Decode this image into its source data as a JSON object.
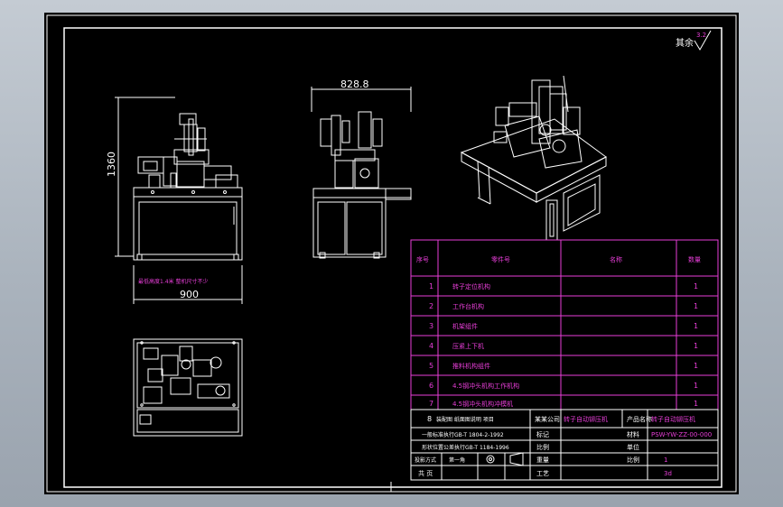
{
  "dimensions": {
    "height": "1360",
    "front_width": "900",
    "side_width": "828.8",
    "note": "最低高度1.4米 整机尺寸不少"
  },
  "surface_mark": {
    "label": "其余",
    "value": "3.2"
  },
  "parts_table": {
    "headers": [
      "序号",
      "零件号",
      "名称",
      "数量"
    ],
    "rows": [
      {
        "no": "1",
        "name": "转子定位机构",
        "qty": "1"
      },
      {
        "no": "2",
        "name": "工作台机构",
        "qty": "1"
      },
      {
        "no": "3",
        "name": "机架组件",
        "qty": "1"
      },
      {
        "no": "4",
        "name": "压紧上下机",
        "qty": "1"
      },
      {
        "no": "5",
        "name": "推料机构组件",
        "qty": "1"
      },
      {
        "no": "6",
        "name": "4.5钢冲头机构工作机构",
        "qty": "1"
      },
      {
        "no": "7",
        "name": "4.5钢冲头机构冲模机",
        "qty": "1"
      }
    ]
  },
  "title_block": {
    "row8_no": "8",
    "row8_text": "装配图 纸面图说明 项目",
    "company": "某某公司",
    "project": "转子自动铆压机",
    "product_label": "产品名称",
    "product_name": "转子自动铆压机",
    "std1": "一般标准执行GB-T 1804-2-1992",
    "std2": "形状位置公差执行GB-T 1184-1996",
    "drawing_no": "PSW-YW-ZZ-00-000",
    "mark_label": "标记",
    "material_label": "材料",
    "scale_label": "比例",
    "scale_value": "1",
    "projection_label": "投影方式",
    "sheet_label": "第一角",
    "units_label": "单位",
    "weight_label": "重量",
    "page_label": "共 页",
    "process_label": "工艺",
    "process_value": "3d"
  }
}
